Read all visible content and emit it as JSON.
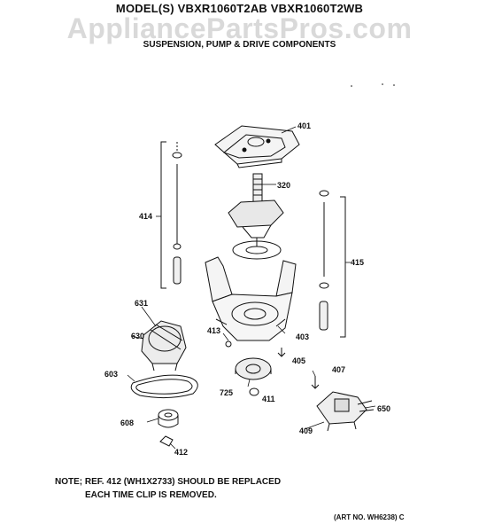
{
  "header": {
    "model_line": "MODEL(S) VBXR1060T2AB  VBXR1060T2WB",
    "watermark": "AppliancePartsPros.com",
    "subtitle": "SUSPENSION, PUMP & DRIVE COMPONENTS"
  },
  "callouts": {
    "c401": "401",
    "c320": "320",
    "c414": "414",
    "c415": "415",
    "c631": "631",
    "c630": "630",
    "c413": "413",
    "c403": "403",
    "c405": "405",
    "c603": "603",
    "c725": "725",
    "c411": "411",
    "c407": "407",
    "c650": "650",
    "c608": "608",
    "c409": "409",
    "c412": "412"
  },
  "note": {
    "line1": "NOTE; REF. 412 (WH1X2733) SHOULD BE REPLACED",
    "line2": "EACH TIME CLIP IS REMOVED."
  },
  "art_number": "(ART NO. WH6238) C"
}
